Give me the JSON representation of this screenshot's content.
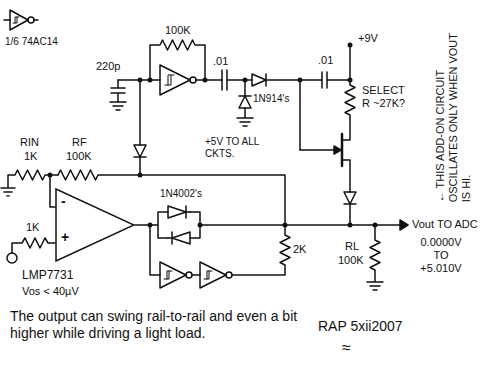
{
  "diagram": {
    "nodes": [
      {
        "text": [
          "-",
          "+"
        ]
      }
    ],
    "labels": [
      "1/6 74AC14",
      "100K",
      "220p",
      ".01",
      ".01",
      "+9V",
      "1N914's",
      "SELECT R ~27K?",
      "+5V TO ALL CKTS.",
      "← THIS ADD-ON CIRCUIT OSCILLATES ONLY WHEN VOUT IS HI.",
      "RIN",
      "1K",
      "RF",
      "100K",
      "1N4002's",
      "Vout TO ADC",
      "0.0000V TO +5.010V",
      "2K",
      "RL",
      "100K",
      "1K",
      "LMP7731",
      "Vos < 40µV",
      "The output can swing rail-to-rail and even a bit higher while driving a light load.",
      "RAP 5xii2007",
      "≈"
    ]
  }
}
